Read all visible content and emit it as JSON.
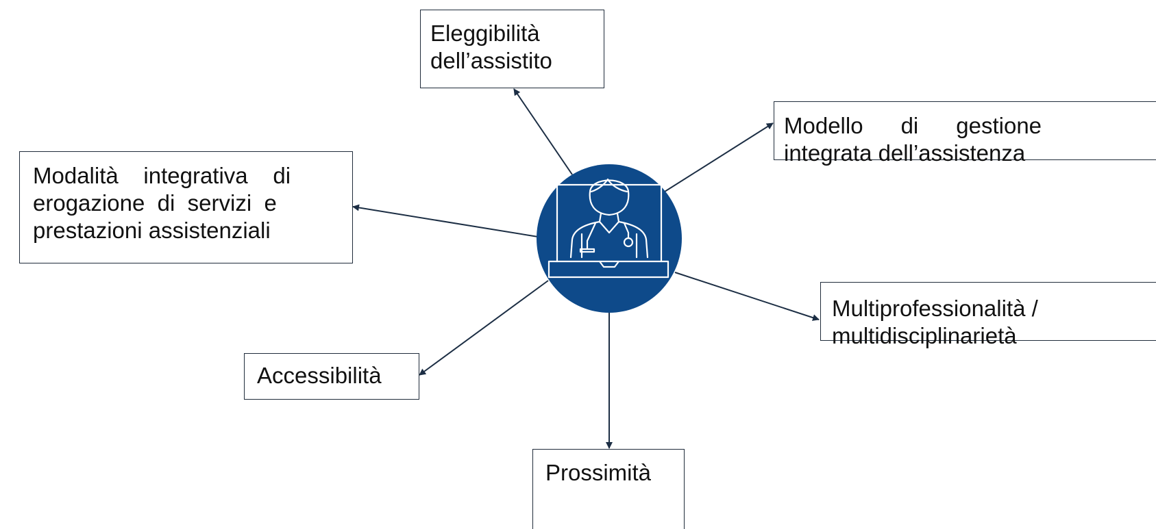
{
  "diagram": {
    "colors": {
      "hub_fill": "#0e4a8a",
      "hub_line": "#ffffff",
      "arrow": "#1c2e44",
      "box_border": "#1f2b3a"
    },
    "center": {
      "icon": "doctor-laptop-icon"
    },
    "nodes": {
      "eleggibilita": {
        "lines": [
          "Eleggibilità",
          "dell’assistito"
        ]
      },
      "modello": {
        "lines": [
          "Modello      di      gestione",
          "integrata dell’assistenza"
        ]
      },
      "modalita": {
        "lines": [
          "Modalità    integrativa    di",
          "erogazione  di  servizi  e",
          "prestazioni assistenziali"
        ]
      },
      "multiprof": {
        "lines": [
          "Multiprofessionalità /",
          "multidisciplinarietà"
        ]
      },
      "accessibilita": {
        "lines": [
          "Accessibilità"
        ]
      },
      "prossimita": {
        "lines": [
          "Prossimità"
        ]
      }
    }
  }
}
